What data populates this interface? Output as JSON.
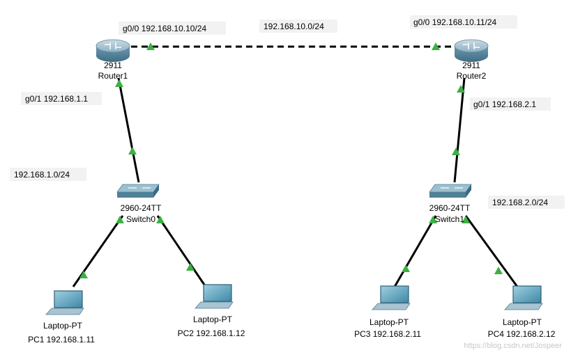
{
  "networks": {
    "wan": "192.168.10.0/24",
    "lan1": "192.168.1.0/24",
    "lan2": "192.168.2.0/24"
  },
  "routers": {
    "router1": {
      "model": "2911",
      "name": "Router1",
      "g00": "g0/0 192.168.10.10/24",
      "g01": "g0/1 192.168.1.1"
    },
    "router2": {
      "model": "2911",
      "name": "Router2",
      "g00": "g0/0 192.168.10.11/24",
      "g01": "g0/1 192.168.2.1"
    }
  },
  "switches": {
    "switch0": {
      "model": "2960-24TT",
      "name": "Switch0"
    },
    "switch1": {
      "model": "2960-24TT",
      "name": "Switch1"
    }
  },
  "laptops": {
    "pc1": {
      "model": "Laptop-PT",
      "label": "PC1 192.168.1.11"
    },
    "pc2": {
      "model": "Laptop-PT",
      "label": "PC2 192.168.1.12"
    },
    "pc3": {
      "model": "Laptop-PT",
      "label": "PC3 192.168.2.11"
    },
    "pc4": {
      "model": "Laptop-PT",
      "label": "PC4 192.168.2.12"
    }
  },
  "watermark": "https://blog.csdn.net/Jospeer",
  "colors": {
    "link": "#000000",
    "link_status": "#3cb043",
    "device": "#4a7f96",
    "label_bg": "#f2f2f2"
  }
}
